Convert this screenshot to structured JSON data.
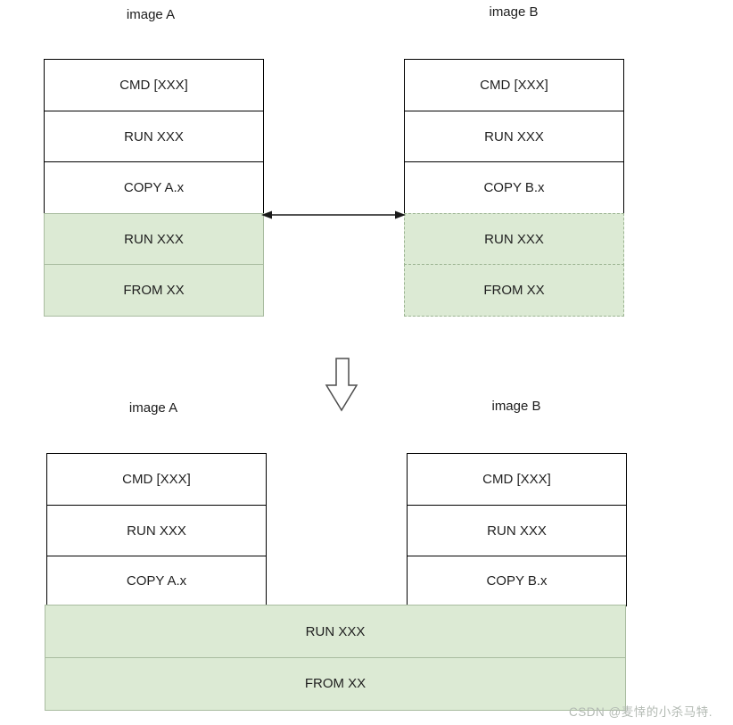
{
  "colors": {
    "green_fill": "#dcead4",
    "green_border_solid": "#a9bca0",
    "green_border_dashed": "#9cb492",
    "white_box_border": "#000000",
    "arrow_stroke": "#1a1a1a",
    "watermark_text": "#b3bab3"
  },
  "top": {
    "image_a": {
      "label": "image A",
      "layers": [
        "CMD [XXX]",
        "RUN XXX",
        "COPY A.x",
        "RUN XXX",
        "FROM XX"
      ]
    },
    "image_b": {
      "label": "image B",
      "layers": [
        "CMD [XXX]",
        "RUN XXX",
        "COPY B.x",
        "RUN XXX",
        "FROM XX"
      ]
    }
  },
  "bottom": {
    "image_a": {
      "label": "image A",
      "layers": [
        "CMD [XXX]",
        "RUN XXX",
        "COPY A.x"
      ]
    },
    "image_b": {
      "label": "image B",
      "layers": [
        "CMD [XXX]",
        "RUN XXX",
        "COPY B.x"
      ]
    },
    "shared_layers": [
      "RUN XXX",
      "FROM XX"
    ]
  },
  "watermark": "CSDN @麦悻的小杀马特."
}
